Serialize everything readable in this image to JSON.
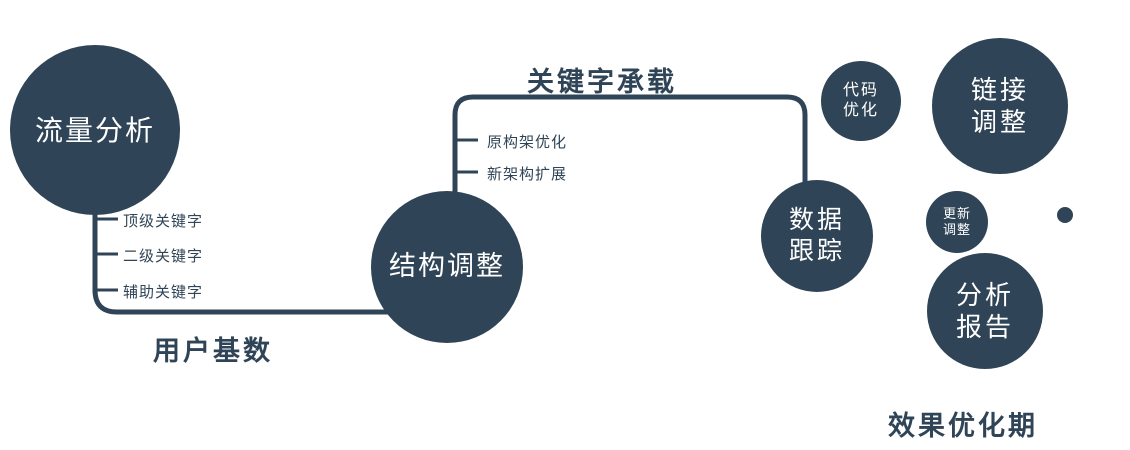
{
  "colors": {
    "primary": "#2f4456",
    "node_text": "#ffffff",
    "label_text": "#2f4456"
  },
  "nodes": {
    "traffic_analysis": {
      "label": "流量分析"
    },
    "structure_adjustment": {
      "label": "结构调整"
    },
    "data_tracking": {
      "line1": "数据",
      "line2": "跟踪"
    },
    "code_optimization": {
      "line1": "代码",
      "line2": "优化"
    },
    "link_adjustment": {
      "line1": "链接",
      "line2": "调整"
    },
    "update_adjustment": {
      "line1": "更新",
      "line2": "调整"
    },
    "analysis_report": {
      "line1": "分析",
      "line2": "报告"
    }
  },
  "edge_labels": {
    "keyword_carry": "关键字承载",
    "user_base": "用户基数"
  },
  "tick_labels": {
    "top_keyword": "顶级关键字",
    "secondary_keyword": "二级关键字",
    "auxiliary_keyword": "辅助关键字",
    "original_structure": "原构架优化",
    "new_architecture": "新架构扩展"
  },
  "captions": {
    "effect_period": "效果优化期"
  }
}
